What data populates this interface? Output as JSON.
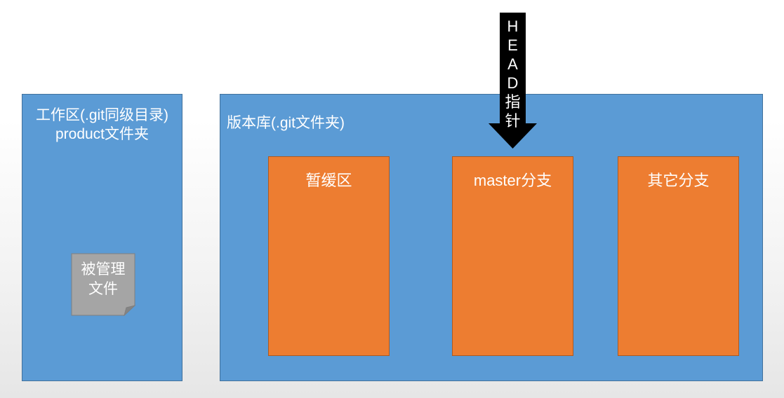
{
  "workspace": {
    "title_line1": "工作区(.git同级目录)",
    "title_line2": "product文件夹",
    "file": {
      "line1": "被管理",
      "line2": "文件"
    }
  },
  "repository": {
    "title": "版本库(.git文件夹)",
    "staging_label": "暂缓区",
    "master_label": "master分支",
    "other_label": "其它分支"
  },
  "head_pointer": {
    "chars": [
      "H",
      "E",
      "A",
      "D",
      "指",
      "针"
    ]
  },
  "colors": {
    "panel_blue": "#5b9bd5",
    "box_orange": "#ed7d31",
    "file_gray": "#a5a5a5",
    "pointer_black": "#000000"
  }
}
